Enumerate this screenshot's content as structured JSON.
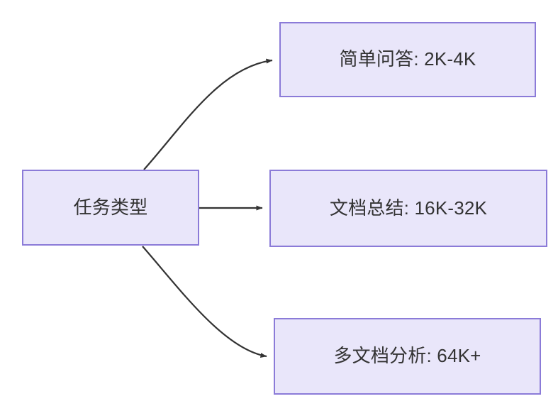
{
  "diagram": {
    "title_node": {
      "id": "task-type",
      "label": "任务类型"
    },
    "branches": [
      {
        "id": "simple-qa",
        "label": "简单问答: 2K-4K",
        "task": "简单问答",
        "range": "2K-4K",
        "edge": "curved-up"
      },
      {
        "id": "doc-summary",
        "label": "文档总结: 16K-32K",
        "task": "文档总结",
        "range": "16K-32K",
        "edge": "straight"
      },
      {
        "id": "multi-doc",
        "label": "多文档分析: 64K+",
        "task": "多文档分析",
        "range": "64K+",
        "edge": "curved-down"
      }
    ],
    "colors": {
      "node_fill": "#e9e6fa",
      "node_border": "#8b7bd8",
      "text": "#333333",
      "edge": "#333333",
      "background": "#ffffff"
    },
    "edges": [
      {
        "id": "edge-task-to-simple-qa",
        "from": "task-type",
        "to": "simple-qa",
        "arrow": "arrowhead-icon"
      },
      {
        "id": "edge-task-to-doc-summary",
        "from": "task-type",
        "to": "doc-summary",
        "arrow": "arrowhead-icon"
      },
      {
        "id": "edge-task-to-multi-doc",
        "from": "task-type",
        "to": "multi-doc",
        "arrow": "arrowhead-icon"
      }
    ]
  }
}
